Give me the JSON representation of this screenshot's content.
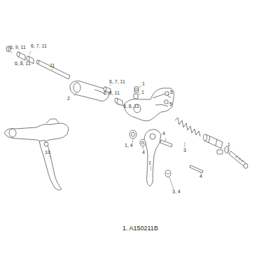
{
  "diagram": {
    "caption": "1. A150211B",
    "labels": [
      "6, 9, 11",
      "6, 7, 11",
      "6, 8, 11",
      "11",
      "2",
      "6, 7, 11",
      "6, 8, 11",
      "6, 8, 11",
      "1",
      "1",
      "5",
      "5",
      "4",
      "3",
      "1",
      "1, 4",
      "4",
      "1",
      "3, 4",
      "4",
      "10"
    ]
  }
}
